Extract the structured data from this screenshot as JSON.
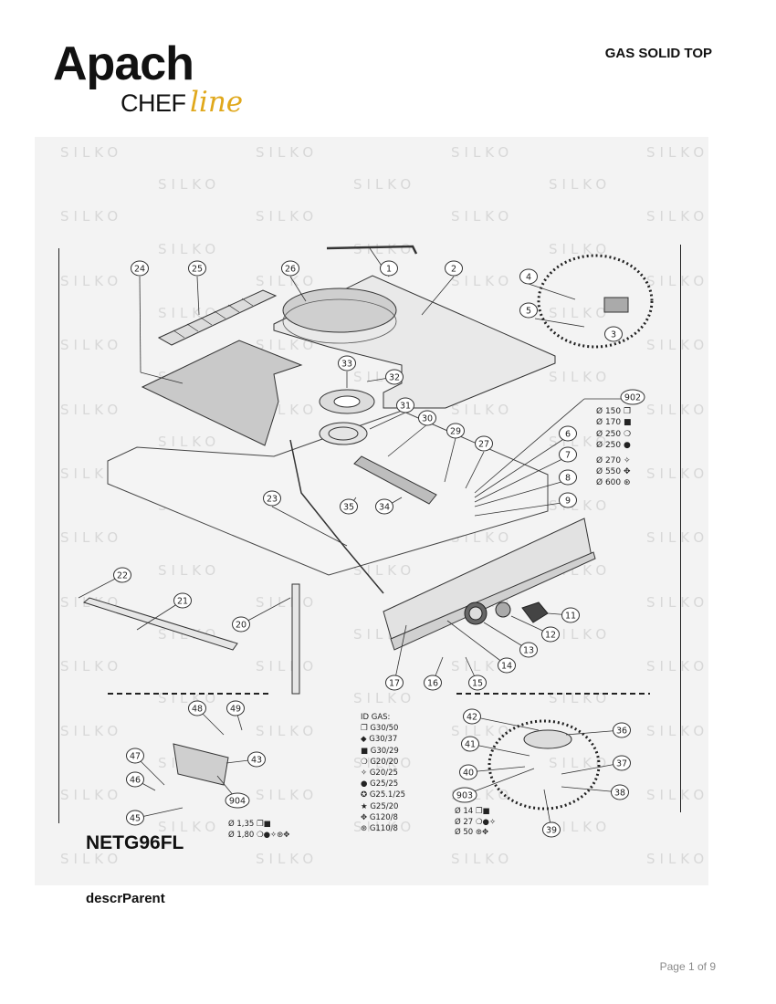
{
  "header": {
    "brand_name": "Apach",
    "brand_sub": "CHEF",
    "brand_line": "line",
    "category": "GAS SOLID TOP"
  },
  "diagram": {
    "watermark": "SILKO",
    "part_labels": [
      "1",
      "2",
      "3",
      "4",
      "5",
      "6",
      "7",
      "8",
      "9",
      "11",
      "12",
      "13",
      "14",
      "15",
      "16",
      "17",
      "20",
      "21",
      "22",
      "23",
      "24",
      "25",
      "26",
      "27",
      "29",
      "30",
      "31",
      "32",
      "33",
      "34",
      "35",
      "36",
      "37",
      "38",
      "39",
      "40",
      "41",
      "42",
      "43",
      "45",
      "46",
      "47",
      "48",
      "49",
      "902",
      "903",
      "904"
    ],
    "injector_902": [
      "Ø 150 ❐",
      "Ø 170 ■",
      "Ø 250 ❍",
      "Ø 250 ●",
      "Ø 270 ✧",
      "Ø 550 ✥",
      "Ø 600 ⊛"
    ],
    "gas_legend_title": "ID GAS:",
    "gas_legend": [
      "❐ G30/50",
      "◆ G30/37",
      "■ G30/29",
      "❍ G20/20",
      "✧ G20/25",
      "● G25/25",
      "✪ G25.1/25",
      "★ G25/20",
      "✥ G120/8",
      "⊛ G110/8"
    ],
    "injector_904": [
      "Ø 1,35  ❐■",
      "Ø 1,80  ❍●✧⊛✥"
    ],
    "injector_903": [
      "Ø 14 ❐■",
      "Ø 27 ❍●✧",
      "Ø 50 ⊛✥"
    ]
  },
  "footer": {
    "model": "NETG96FL",
    "description": "descrParent",
    "page": "Page 1 of 9"
  }
}
